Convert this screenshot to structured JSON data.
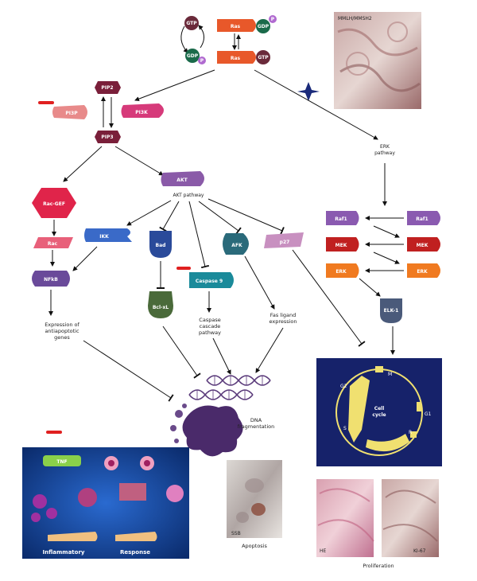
{
  "ras_complex": {
    "gtp_left": "GTP",
    "gdp_left": "GDP",
    "p_left": "P",
    "ras_top": "Ras",
    "gdp_right": "GDP",
    "p_right": "P",
    "ras_bottom": "Ras",
    "gtp_right": "GTP"
  },
  "photos": {
    "top_right_label": "MMLH/MMSH2",
    "apoptosis_label": "Apoptosis",
    "apoptosis_corner": "SSB",
    "prolif_left_corner": "HE",
    "prolif_right_corner": "KI-67",
    "proliferation_label": "Proliferation"
  },
  "nodes": {
    "pip2": "PIP2",
    "pip3": "PIP3",
    "pi3p": "PI3P",
    "pi3k": "PI3K",
    "erk_pathway": "ERK\npathway",
    "rac_gef": "Rac-GEF",
    "akt": "AKT",
    "akt_pathway": "AKT pathway",
    "rac": "Rac",
    "ikk": "IKK",
    "bad": "Bad",
    "afk": "AFK",
    "p27": "p27",
    "caspase9": "Caspase 9",
    "nfkb": "NFkB",
    "bclxl": "Bcl-xL",
    "raf1_left": "Raf1",
    "raf1_right": "Raf1",
    "mek_left": "MEK",
    "mek_right": "MEK",
    "erk_left": "ERK",
    "erk_right": "ERK",
    "elk1": "ELK-1"
  },
  "labels": {
    "expression": "Expression of\nantiapoptotic\ngenes",
    "caspase_cascade": "Caspase\ncascade\npathway",
    "fas_ligand": "Fas ligand\nexpression",
    "dna_fragmentation": "DNA\nfragmentation"
  },
  "cell_cycle": {
    "center": "Cell\ncycle",
    "m": "M",
    "g1": "G1",
    "r": "R",
    "s": "S",
    "g2": "G2"
  },
  "tnf_panel": {
    "tnf": "TNF",
    "inflammatory": "Inflammatory",
    "response": "Response"
  },
  "colors": {
    "ras_orange": "#e8582a",
    "pip_maroon": "#7a1f3a",
    "pi3k_pink": "#d63a7a",
    "pi3p_salmon": "#e88a8a",
    "rac_gef_red": "#e0244a",
    "rac_pink": "#e8607a",
    "akt_purple": "#8a5aa8",
    "ikk_blue": "#3a6ac8",
    "bad_blue": "#2a4a9a",
    "afk_teal": "#2a6a7a",
    "p27_mauve": "#c890c0",
    "caspase_teal": "#1a8a9a",
    "nfkb_purple": "#6a4a9a",
    "bclxl_green": "#4a6a3a",
    "raf_purple": "#8a5ab0",
    "mek_red": "#c02020",
    "erk_orange": "#f07a20",
    "elk_slate": "#4a5a7a",
    "cell_cycle_bg": "#16226a",
    "dna_purple": "#5a3a7a",
    "tnf_bg": "#1a4a9a"
  }
}
